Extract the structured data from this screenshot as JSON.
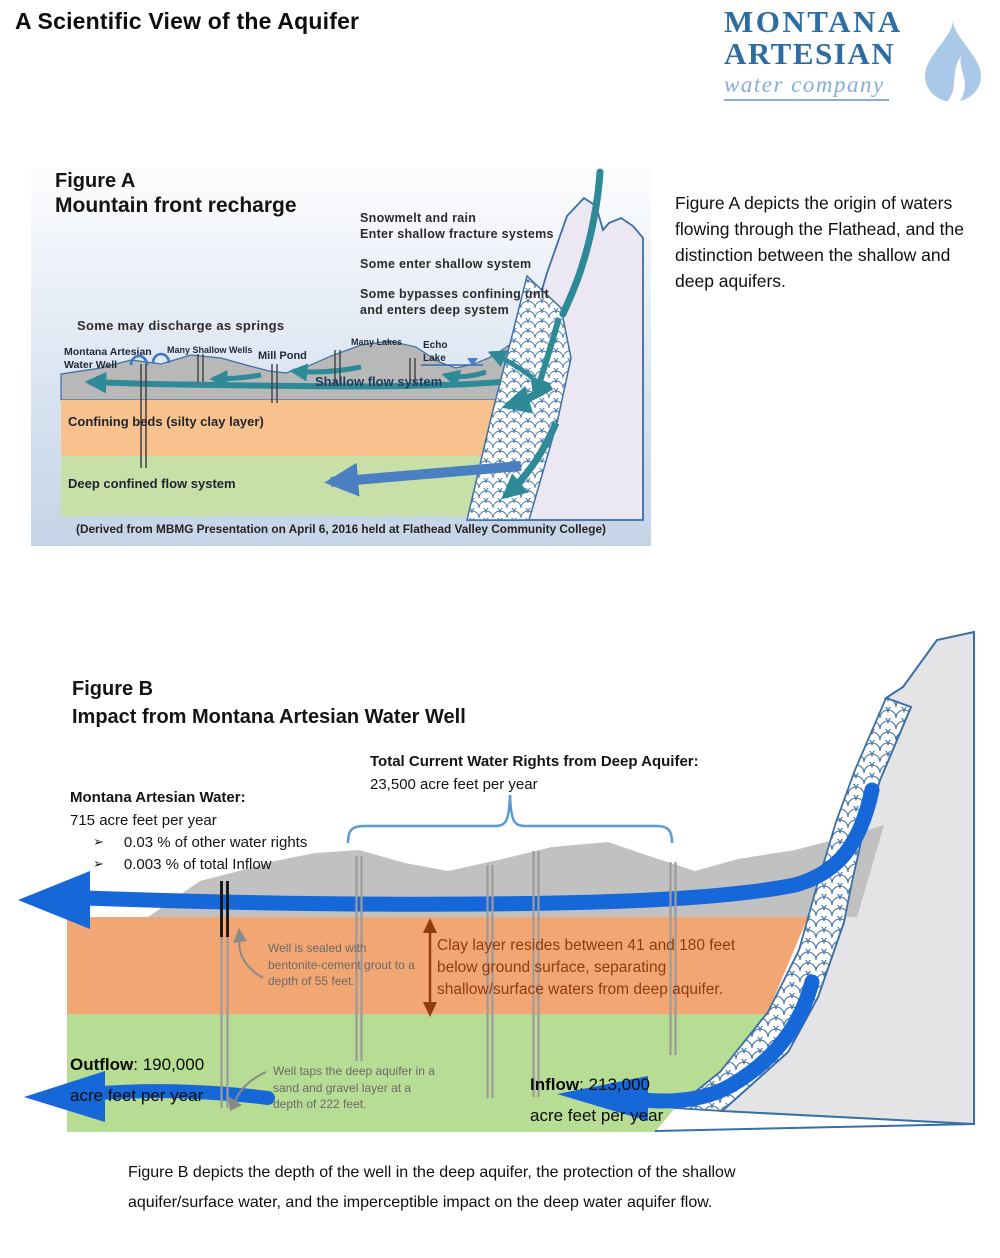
{
  "colors": {
    "logo_blue": "#2e6da4",
    "logo_light_blue": "#85aedb",
    "teal_arrow": "#2e8a96",
    "deep_blue_arrow_a": "#4a7fc1",
    "bright_blue": "#1667d8",
    "clay_orange": "#f2a673",
    "deep_green": "#b7dc94",
    "terrain_gray": "#c2c1c1",
    "mountain_outline": "#3a6ea5",
    "clay_text_brown": "#8e3c10",
    "annotation_gray": "#6a6a6a"
  },
  "header": {
    "title": "A Scientific View of the Aquifer",
    "logo_montana": "MONTANA",
    "logo_artesian": "ARTESIAN",
    "logo_tagline": "water company"
  },
  "figure_a": {
    "label": "Figure A",
    "title": "Mountain front recharge",
    "notes": {
      "snowmelt_1": "Snowmelt and rain",
      "snowmelt_2": "Enter shallow fracture systems",
      "shallow": "Some enter shallow system",
      "bypass_1": "Some bypasses confining unit",
      "bypass_2": "and enters deep system",
      "springs": "Some may discharge as springs"
    },
    "labels": {
      "maw_1": "Montana Artesian",
      "maw_2": "Water Well",
      "shallow_wells": "Many Shallow Wells",
      "mill_pond": "Mill Pond",
      "many_lakes": "Many Lakes",
      "echo_1": "Echo",
      "echo_2": "Lake",
      "shallow_flow": "Shallow flow system",
      "confining": "Confining beds (silty clay layer)",
      "deep": "Deep confined flow system"
    },
    "caption": "(Derived from MBMG Presentation on April 6, 2016 held at Flathead Valley Community College)",
    "description": "Figure A depicts the origin of waters flowing through the Flathead, and the distinction between the shallow and deep aquifers."
  },
  "figure_b": {
    "label": "Figure B",
    "title": "Impact from Montana Artesian Water Well",
    "water_rights_title": "Total Current Water Rights from Deep Aquifer:",
    "water_rights_value": "23,500 acre feet per year",
    "maw_title": "Montana Artesian Water:",
    "maw_value": "715 acre feet per year",
    "bullet_glyph": "➢",
    "bullet_1": "0.03 % of other water rights",
    "bullet_2": "0.003 % of total Inflow",
    "well_sealed_note": "Well is sealed with bentonite-cement grout to a depth of 55 feet.",
    "clay_note": "Clay layer resides between 41 and 180 feet below ground surface, separating shallow/surface waters from deep aquifer.",
    "outflow_label": "Outflow",
    "outflow_rest": ":  190,000",
    "outflow_line2": "acre feet per year",
    "well_taps_note": "Well taps the deep aquifer in a sand and gravel layer at a depth of 222 feet.",
    "inflow_label": "Inflow",
    "inflow_rest": ":  213,000",
    "inflow_line2": "acre feet per year",
    "caption": "Figure B depicts the depth of the well in the deep aquifer, the protection of the shallow aquifer/surface water, and the imperceptible impact on the deep water aquifer flow."
  }
}
